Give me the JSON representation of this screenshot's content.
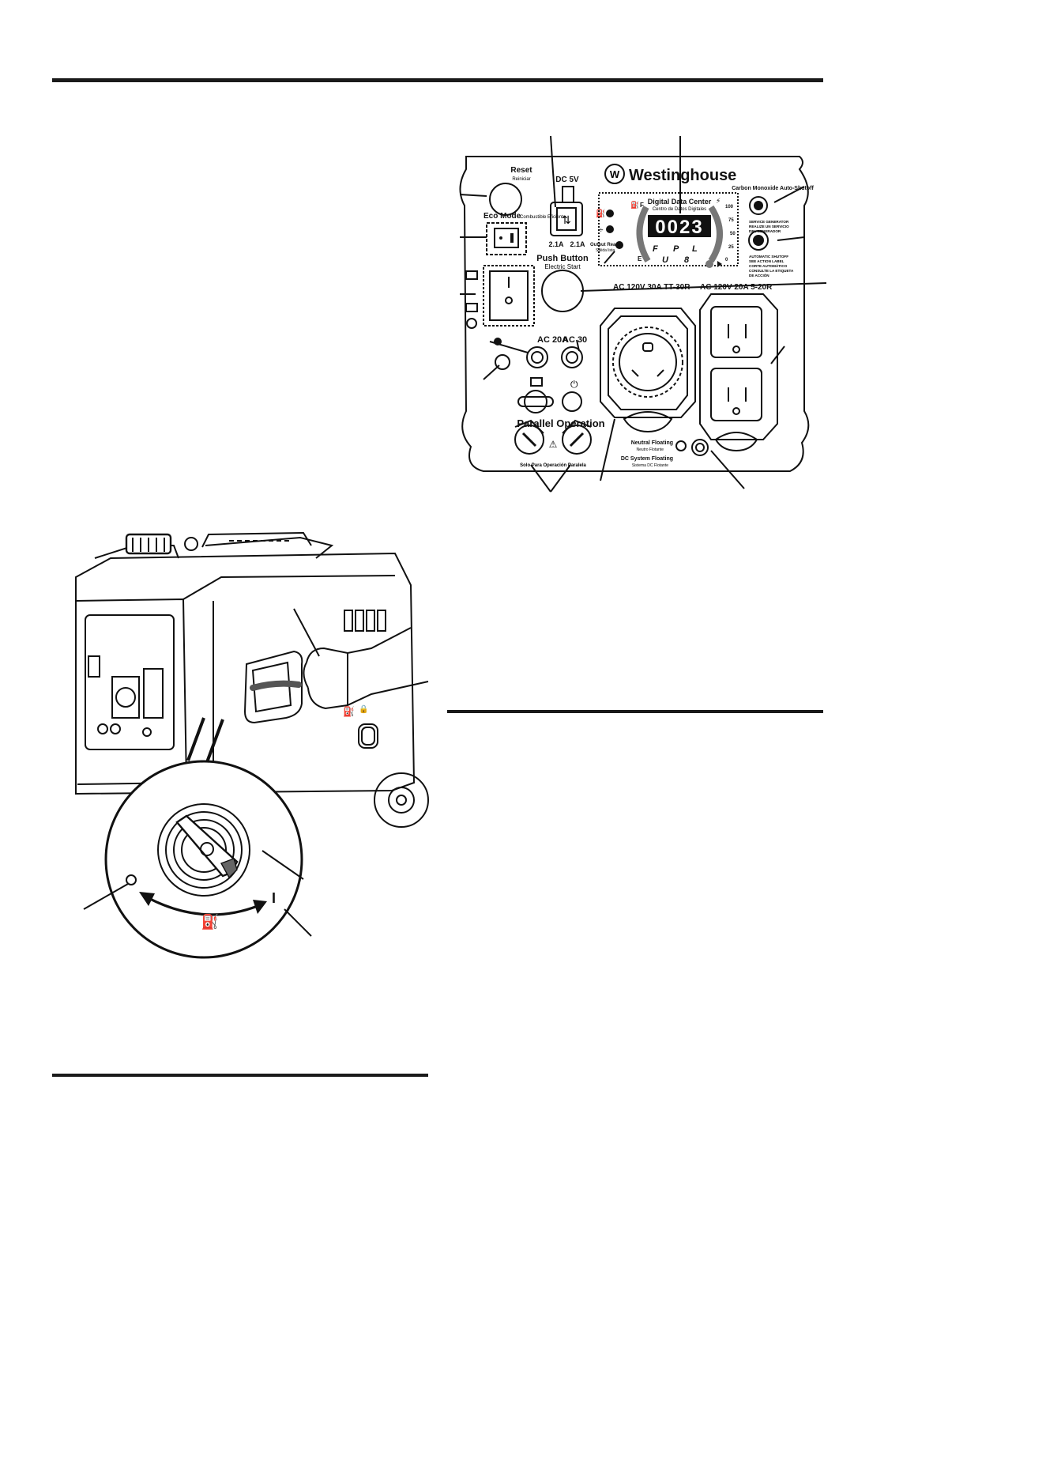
{
  "panel": {
    "brand": "Westinghouse",
    "reset": {
      "label": "Reset",
      "sublabel": "Reiniciar"
    },
    "dc5v": {
      "label": "DC 5V",
      "left_amp": "2.1A",
      "right_amp": "2.1A"
    },
    "eco_mode": {
      "label": "Eco Mode",
      "sublabel": "Combustible Eficiente"
    },
    "push_button": {
      "label": "Push Button",
      "sublabel": "Electric Start"
    },
    "output_ready": {
      "label": "Output Ready",
      "sublabel": "Salida lista"
    },
    "digital_data_center": {
      "title": "Digital Data Center",
      "subtitle": "Centro de Datos Digitales",
      "readout": "0023",
      "gauge_full": "F",
      "gauge_empty": "E",
      "scale": [
        "100",
        "75",
        "50",
        "25",
        "0"
      ],
      "indicator_row1": [
        "F",
        "P",
        "L"
      ],
      "indicator_row2": [
        "U",
        "8"
      ]
    },
    "co_autoshutoff": {
      "title": "Carbon Monoxide Auto-Shutoff",
      "service_lines": [
        "SERVICE GENERATOR",
        "REALIZE UN SERVICIO",
        "DEL GENERADOR"
      ],
      "auto_lines": [
        "AUTOMATIC SHUTOFF",
        "SEE ACTION LABEL",
        "CORTE AUTOMÁTICO",
        "CONSULTE LA ETIQUETA",
        "DE ACCIÓN"
      ]
    },
    "ac_20a_breaker": "AC 20A",
    "ac_30a_breaker": "AC 30",
    "ac_120v_30a": "AC 120V 30A TT-30R",
    "ac_120v_20a": "AC 120V 20A 5-20R",
    "parallel_operation": "Parallel Operation",
    "parallel_sub": "Solo Para Operación Paralela",
    "neutral_floating": {
      "label": "Neutral Floating",
      "sublabel": "Neutro Flotante"
    },
    "dc_system_floating": {
      "label": "DC System Floating",
      "sublabel": "Sistema DC Flotante"
    }
  },
  "fuel_valve": {
    "on_marker": "I"
  }
}
